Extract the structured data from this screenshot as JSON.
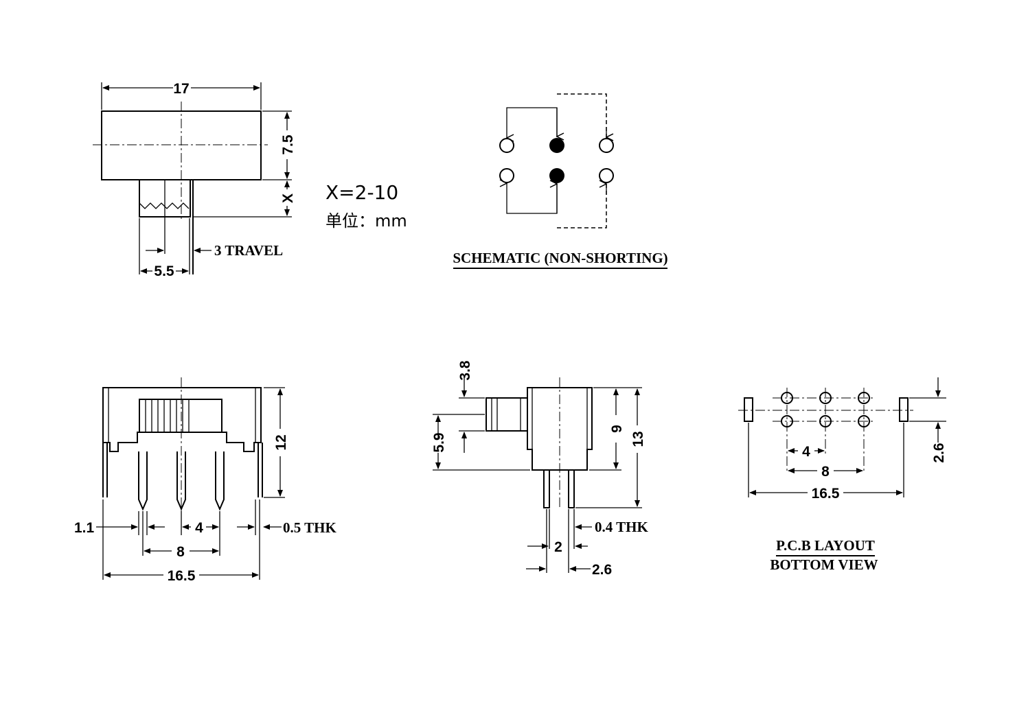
{
  "top_view": {
    "dim_width": "17",
    "dim_height": "7.5",
    "dim_x": "X",
    "dim_travel": "3 TRAVEL",
    "dim_knob": "5.5"
  },
  "note": {
    "x_range": "X=2-10",
    "unit": "单位：mm"
  },
  "schematic": {
    "title": "SCHEMATIC (NON-SHORTING)"
  },
  "front_view": {
    "dim_height": "12",
    "dim_pin_width": "1.1",
    "dim_pitch": "4",
    "dim_thickness": "0.5 THK",
    "dim_span": "8",
    "dim_total": "16.5"
  },
  "side_view": {
    "dim_knob_height": "3.8",
    "dim_knob_offset": "5.9",
    "dim_body": "9",
    "dim_total": "13",
    "dim_thickness": "0.4 THK",
    "dim_pin_gap": "2",
    "dim_pin_span": "2.6"
  },
  "pcb_layout": {
    "dim_pitch": "4",
    "dim_span": "8",
    "dim_total": "16.5",
    "dim_row": "2.6",
    "title_line1": "P.C.B LAYOUT",
    "title_line2": "BOTTOM VIEW"
  }
}
